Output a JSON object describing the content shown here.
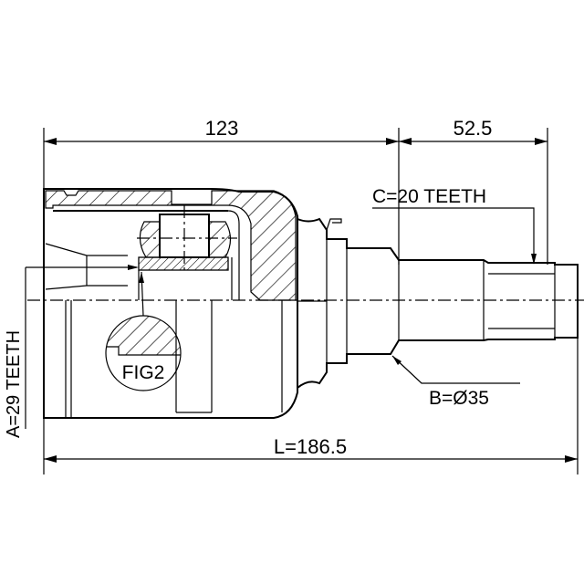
{
  "drawing": {
    "dim_housing_length": "123",
    "dim_shaft_length": "52.5",
    "dim_total_length": "L=186.5",
    "housing_teeth": "A=29 TEETH",
    "shaft_teeth": "C=20 TEETH",
    "shaft_diameter": "B=Ø35",
    "detail_label": "FIG2"
  }
}
